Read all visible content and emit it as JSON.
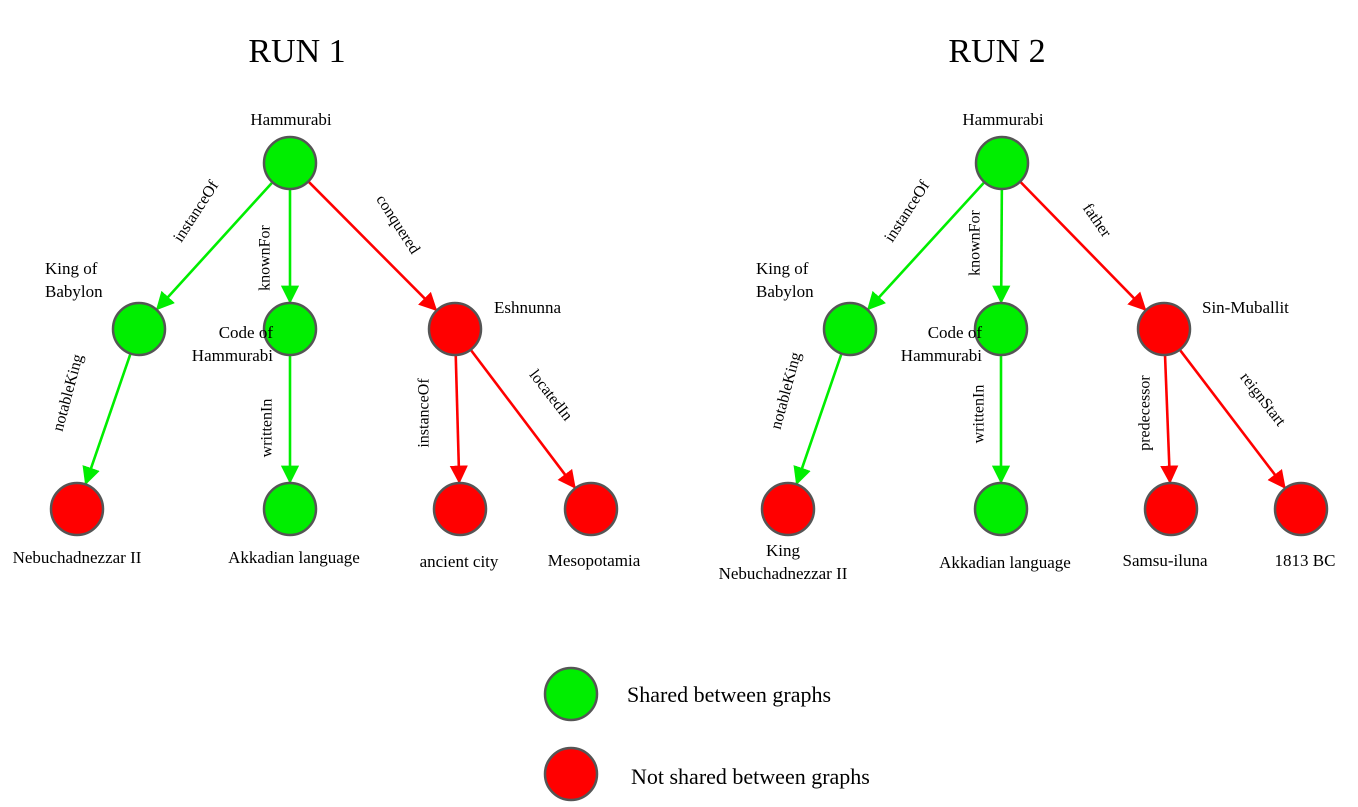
{
  "colors": {
    "shared": "#00ee00",
    "not_shared": "#ff0000",
    "node_stroke": "#555555"
  },
  "graphs": [
    {
      "title": "RUN 1",
      "nodes": [
        {
          "id": "hammurabi",
          "label": [
            "Hammurabi"
          ],
          "shared": true
        },
        {
          "id": "king-of-babylon",
          "label": [
            "King of",
            "Babylon"
          ],
          "shared": true
        },
        {
          "id": "code-of-hammurabi",
          "label": [
            "Code of",
            "Hammurabi"
          ],
          "shared": true
        },
        {
          "id": "eshnunna",
          "label": [
            "Eshnunna"
          ],
          "shared": false
        },
        {
          "id": "nebuchadnezzar-ii",
          "label": [
            "Nebuchadnezzar II"
          ],
          "shared": false
        },
        {
          "id": "akkadian-language",
          "label": [
            "Akkadian language"
          ],
          "shared": true
        },
        {
          "id": "ancient-city",
          "label": [
            "ancient city"
          ],
          "shared": false
        },
        {
          "id": "mesopotamia",
          "label": [
            "Mesopotamia"
          ],
          "shared": false
        }
      ],
      "edges": [
        {
          "from": "hammurabi",
          "to": "king-of-babylon",
          "label": "instanceOf",
          "shared": true
        },
        {
          "from": "hammurabi",
          "to": "code-of-hammurabi",
          "label": "knownFor",
          "shared": true
        },
        {
          "from": "hammurabi",
          "to": "eshnunna",
          "label": "conquered",
          "shared": false
        },
        {
          "from": "king-of-babylon",
          "to": "nebuchadnezzar-ii",
          "label": "notableKing",
          "shared": true
        },
        {
          "from": "code-of-hammurabi",
          "to": "akkadian-language",
          "label": "writtenIn",
          "shared": true
        },
        {
          "from": "eshnunna",
          "to": "ancient-city",
          "label": "instanceOf",
          "shared": false
        },
        {
          "from": "eshnunna",
          "to": "mesopotamia",
          "label": "locatedIn",
          "shared": false
        }
      ]
    },
    {
      "title": "RUN 2",
      "nodes": [
        {
          "id": "hammurabi",
          "label": [
            "Hammurabi"
          ],
          "shared": true
        },
        {
          "id": "king-of-babylon",
          "label": [
            "King of",
            "Babylon"
          ],
          "shared": true
        },
        {
          "id": "code-of-hammurabi",
          "label": [
            "Code of",
            "Hammurabi"
          ],
          "shared": true
        },
        {
          "id": "sin-muballit",
          "label": [
            "Sin-Muballit"
          ],
          "shared": false
        },
        {
          "id": "king-nebuchadnezzar-ii",
          "label": [
            "King",
            "Nebuchadnezzar II"
          ],
          "shared": false
        },
        {
          "id": "akkadian-language",
          "label": [
            "Akkadian language"
          ],
          "shared": true
        },
        {
          "id": "samsu-iluna",
          "label": [
            "Samsu-iluna"
          ],
          "shared": false
        },
        {
          "id": "1813-bc",
          "label": [
            "1813 BC"
          ],
          "shared": false
        }
      ],
      "edges": [
        {
          "from": "hammurabi",
          "to": "king-of-babylon",
          "label": "instanceOf",
          "shared": true
        },
        {
          "from": "hammurabi",
          "to": "code-of-hammurabi",
          "label": "knownFor",
          "shared": true
        },
        {
          "from": "hammurabi",
          "to": "sin-muballit",
          "label": "father",
          "shared": false
        },
        {
          "from": "king-of-babylon",
          "to": "king-nebuchadnezzar-ii",
          "label": "notableKing",
          "shared": true
        },
        {
          "from": "code-of-hammurabi",
          "to": "akkadian-language",
          "label": "writtenIn",
          "shared": true
        },
        {
          "from": "sin-muballit",
          "to": "samsu-iluna",
          "label": "predecessor",
          "shared": false
        },
        {
          "from": "sin-muballit",
          "to": "1813-bc",
          "label": "reignStart",
          "shared": false
        }
      ]
    }
  ],
  "legend": {
    "shared_label": "Shared between graphs",
    "not_shared_label": "Not shared between graphs"
  }
}
